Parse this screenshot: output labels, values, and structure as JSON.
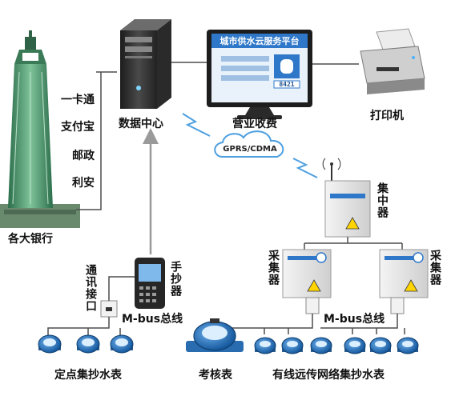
{
  "banks": {
    "items": [
      "一卡通",
      "支付宝",
      "邮政",
      "利安"
    ],
    "caption": "各大银行"
  },
  "data_center": {
    "caption": "数据中心"
  },
  "business": {
    "caption": "营业收费",
    "screen_title": "城市供水云服务平台",
    "screen_digits": "8421"
  },
  "printer": {
    "caption": "打印机"
  },
  "network": {
    "label": "GPRS/CDMA"
  },
  "concentrator": {
    "caption": "集中器"
  },
  "collector_left": {
    "caption": "采集器"
  },
  "collector_right": {
    "caption": "采集器"
  },
  "comm_port": {
    "caption": "通讯接口"
  },
  "handheld": {
    "caption": "手抄器"
  },
  "mbus_left": {
    "caption": "M-bus总线"
  },
  "mbus_right": {
    "caption": "M-bus总线"
  },
  "fixed_meters": {
    "caption": "定点集抄水表"
  },
  "check_meter": {
    "caption": "考核表"
  },
  "wired_meters": {
    "caption": "有线远传网络集抄水表"
  },
  "colors": {
    "line": "#4d4d4d",
    "arrow": "#9a9a9a",
    "meter_blue": "#1f6fbf",
    "tower": "#3f8a62",
    "screen": "#2f78c9"
  }
}
